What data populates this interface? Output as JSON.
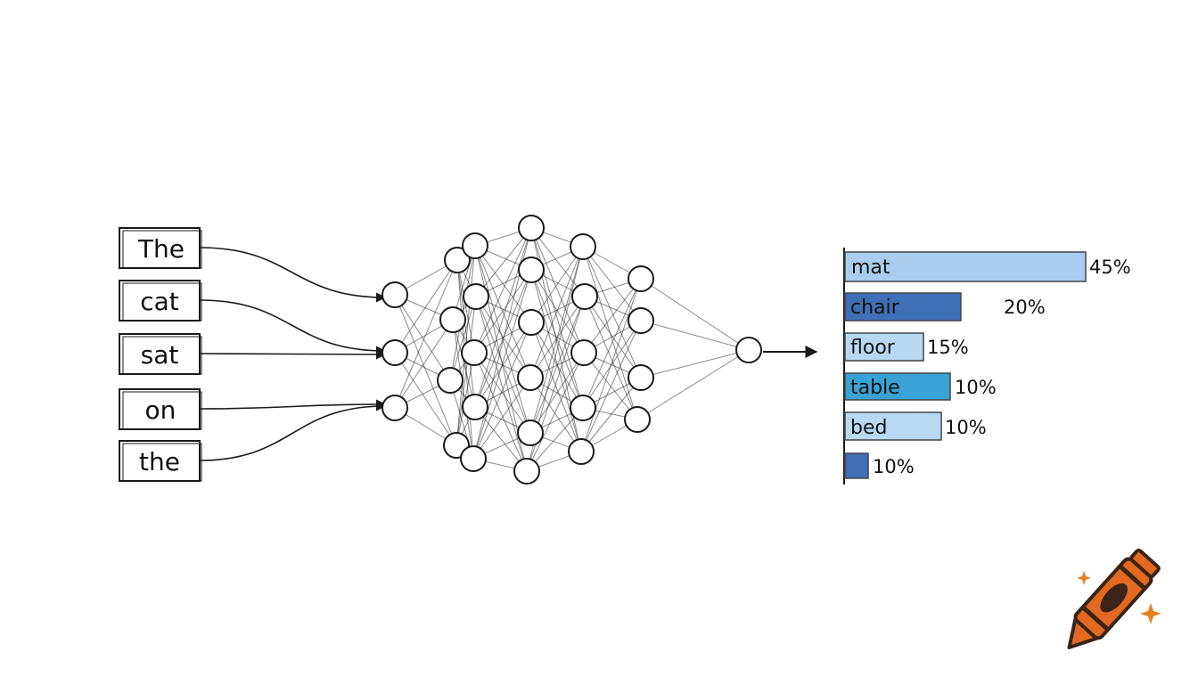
{
  "input_words": [
    "The",
    "cat",
    "sat",
    "on",
    "the"
  ],
  "predictions": [
    {
      "label": "mat",
      "percent_label": "45%",
      "value": 45,
      "color": "#a9cdef"
    },
    {
      "label": "chair",
      "percent_label": "20%",
      "value": 20,
      "color": "#3f6fb5"
    },
    {
      "label": "floor",
      "percent_label": "15%",
      "value": 15,
      "color": "#b7d7f2"
    },
    {
      "label": "table",
      "percent_label": "10%",
      "value": 10,
      "color": "#3aa3d6"
    },
    {
      "label": "bed",
      "percent_label": "10%",
      "value": 10,
      "color": "#b9d9f3"
    },
    {
      "label": "",
      "percent_label": "10%",
      "value": 10,
      "color": "#3f6fb5"
    }
  ],
  "colors": {
    "ink": "#1a1a1a",
    "logo_body": "#e2691f",
    "logo_dark": "#3a2418",
    "logo_spark": "#e8801f"
  },
  "icons": [
    "crayon-logo-icon"
  ]
}
